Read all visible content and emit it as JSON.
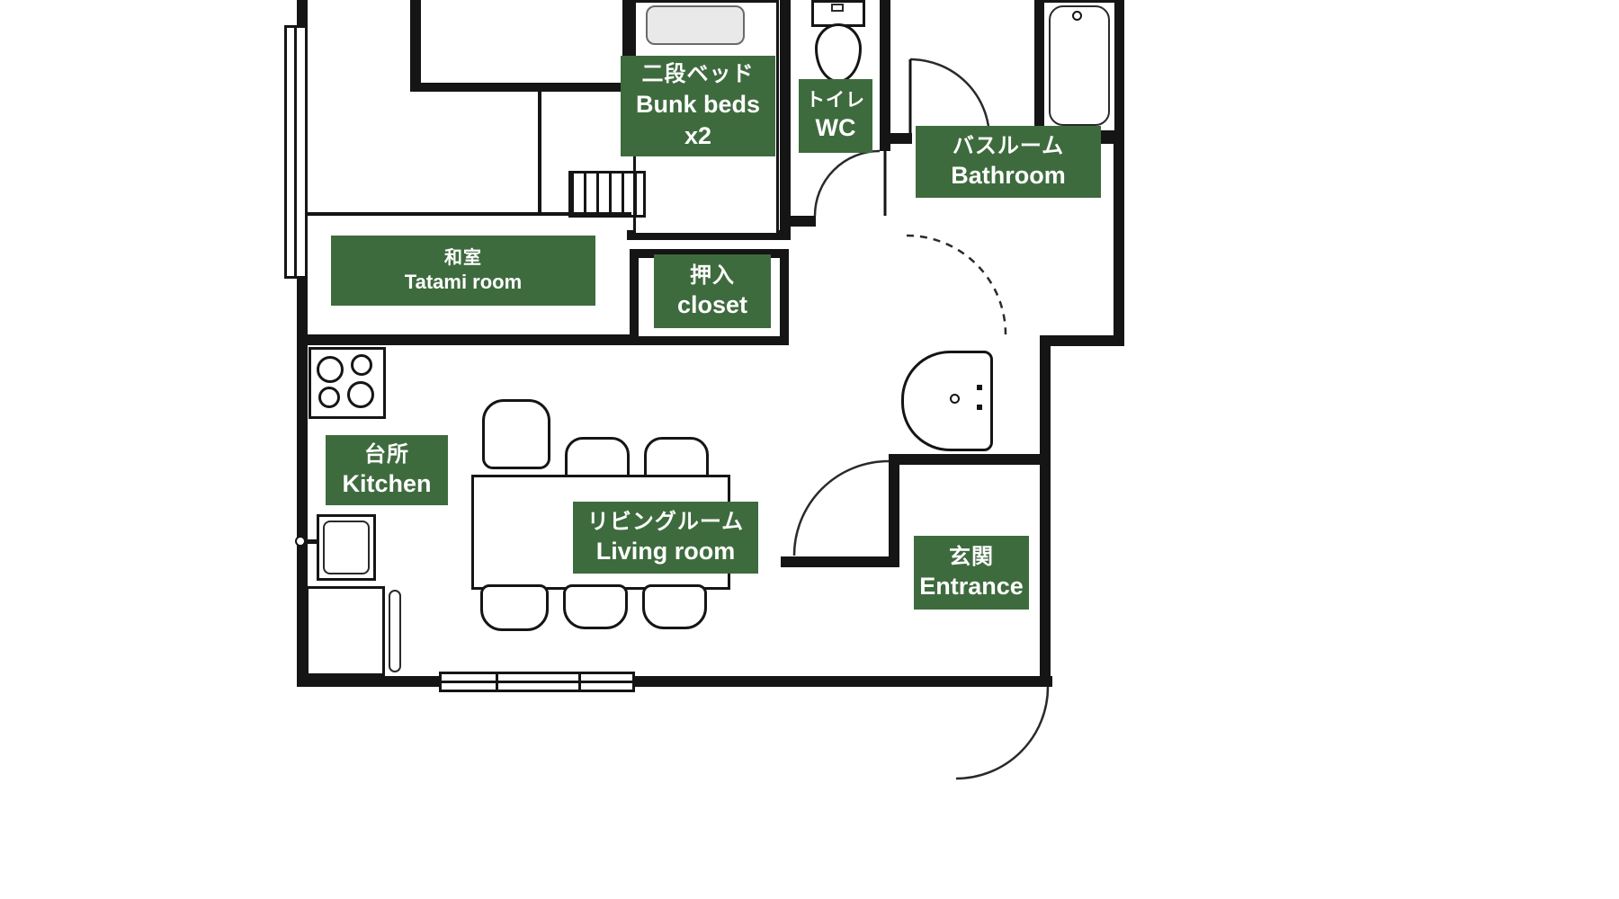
{
  "colors": {
    "label_bg": "#3e6b3e",
    "label_text": "#ffffff",
    "wall": "#151515"
  },
  "labels": {
    "bunk_beds": {
      "jp": "二段ベッド",
      "en": "Bunk beds",
      "count": "x2"
    },
    "wc": {
      "jp": "トイレ",
      "en": "WC"
    },
    "bathroom": {
      "jp": "バスルーム",
      "en": "Bathroom"
    },
    "tatami": {
      "jp": "和室",
      "en": "Tatami room"
    },
    "closet": {
      "jp": "押入",
      "en": "closet"
    },
    "kitchen": {
      "jp": "台所",
      "en": "Kitchen"
    },
    "living": {
      "jp": "リビングルーム",
      "en": "Living room"
    },
    "entrance": {
      "jp": "玄関",
      "en": "Entrance"
    }
  }
}
